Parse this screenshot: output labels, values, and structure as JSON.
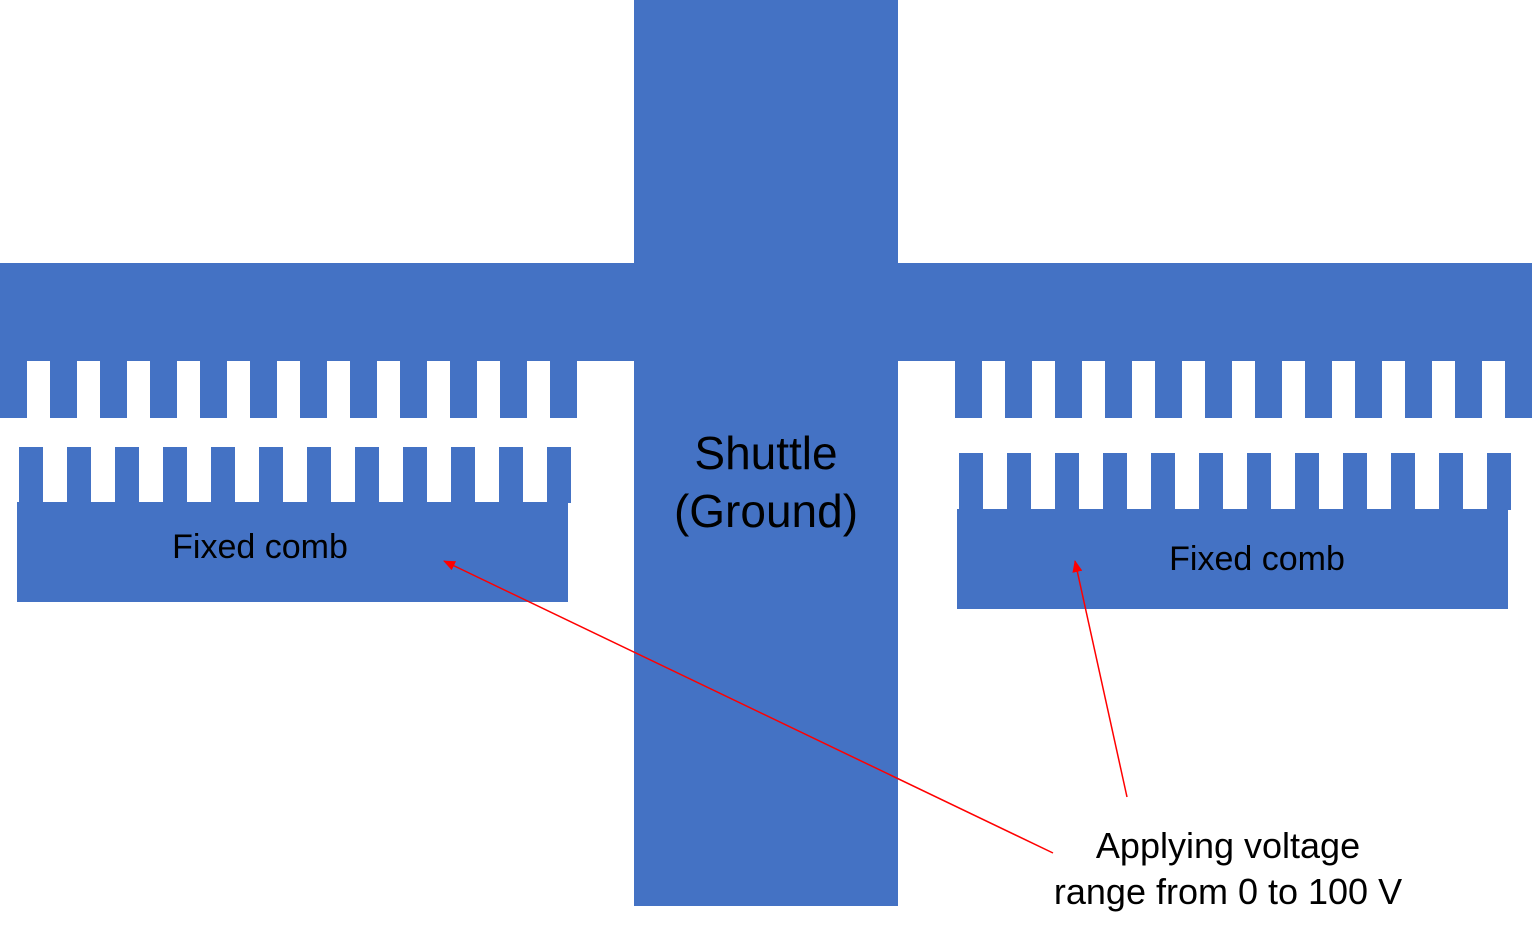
{
  "colors": {
    "structure": "#4472c4",
    "arrow": "#ff0000",
    "text": "#000000",
    "background": "#ffffff"
  },
  "labels": {
    "shuttle_line1": "Shuttle",
    "shuttle_line2": "(Ground)",
    "fixed_comb_left": "Fixed comb",
    "fixed_comb_right": "Fixed comb",
    "voltage_line1": "Applying voltage",
    "voltage_line2": "range from 0 to 100 V"
  }
}
